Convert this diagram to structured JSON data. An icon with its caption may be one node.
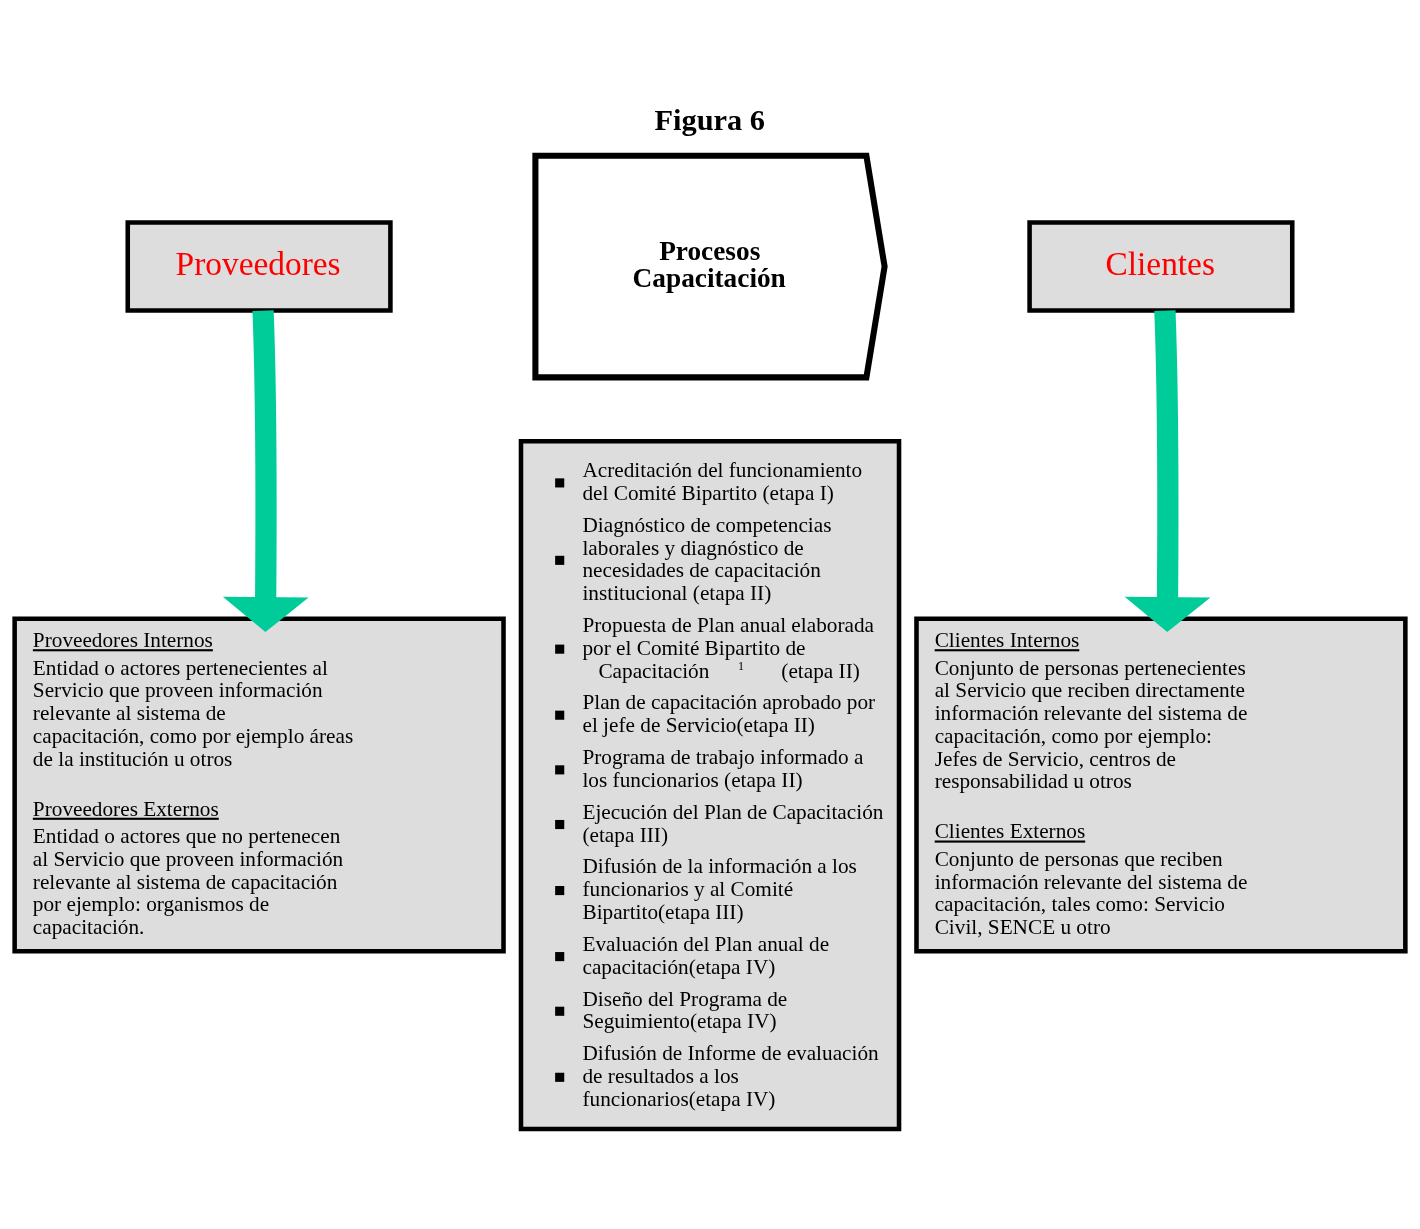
{
  "diagram": {
    "title": "Figura 6",
    "nodes": [
      {
        "text": [
          "Proveedores"
        ]
      },
      {
        "text": [
          "Procesos Capacitación"
        ]
      },
      {
        "text": [
          "Clientes"
        ]
      },
      {
        "text": [
          "Proveedores Internos",
          "Entidad o actores pertenecientes al Servicio que proveen información relevante al sistema de capacitación, como por ejemplo áreas de la institución u otros",
          "Proveedores Externos",
          "Entidad o actores que no pertenecen al Servicio que proveen información relevante al sistema de capacitación por ejemplo: organismos de capacitación."
        ]
      },
      {
        "text": [
          "Acreditación del funcionamiento del Comité Bipartito (etapa I)",
          "Diagnóstico de competencias laborales y diagnóstico de necesidades de capacitación institucional (etapa II)",
          "Propuesta de Plan anual elaborada por el Comité Bipartito de Capacitación$^{1}$ (etapa II)",
          "Plan de capacitación aprobado por el jefe de Servicio(etapa II)",
          "Programa de trabajo informado a los funcionarios (etapa II)",
          "Ejecución del Plan de Capacitación (etapa III)",
          "Difusión de la información a los funcionarios y al Comité Bipartito(etapa III)",
          "Evaluación del Plan anual de capacitación(etapa IV)",
          "Diseño del Programa de Seguimiento(etapa IV)",
          "Difusión de Informe de evaluación de resultados a los funcionarios(etapa IV)"
        ]
      },
      {
        "text": [
          "Clientes Internos",
          "Conjunto de personas pertenecientes al Servicio que reciben directamente información relevante del sistema de capacitación, como por ejemplo: Jefes de Servicio, centros de responsabilidad u otros",
          "Clientes Externos",
          "Conjunto de personas que reciben información relevante del sistema de capacitación, tales como: Servicio Civil, SENCE u otro"
        ]
      }
    ],
    "edges": [
      {
        "from": 0,
        "to": 3,
        "arrow": "to"
      },
      {
        "from": 2,
        "to": 5,
        "arrow": "to"
      }
    ]
  }
}
